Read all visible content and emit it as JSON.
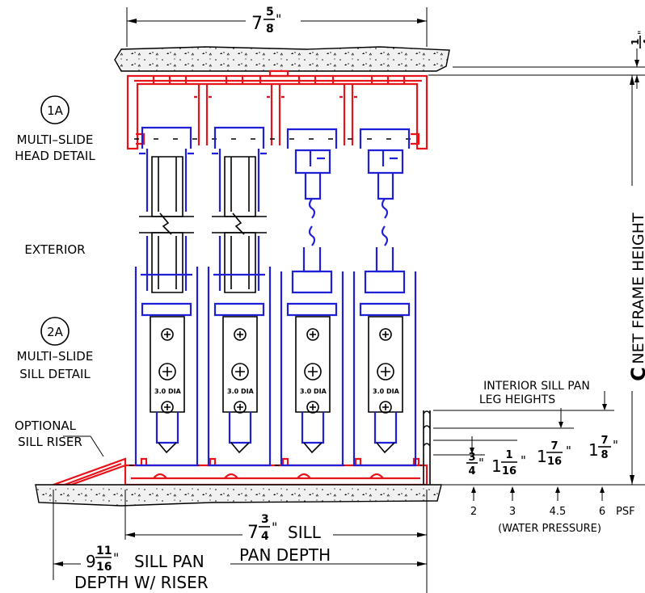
{
  "colors": {
    "frame": "#e8141b",
    "panel": "#1f1fd8",
    "line": "#000000",
    "concrete": "#eeeeee"
  },
  "labels": {
    "head_callout": "1A",
    "head_line1": "MULTI–SLIDE",
    "head_line2": "HEAD DETAIL",
    "exterior": "EXTERIOR",
    "sill_callout": "2A",
    "sill_line1": "MULTI–SLIDE",
    "sill_line2": "SILL DETAIL",
    "riser_line1": "OPTIONAL",
    "riser_line2": "SILL RISER",
    "roller_label": "3.0 DIA",
    "interior_line1": "INTERIOR SILL PAN",
    "interior_line2": "LEG HEIGHTS",
    "net_frame_height": "NET FRAME HEIGHT",
    "c_symbol": "C",
    "water_pressure": "(WATER PRESSURE)",
    "psf": "PSF"
  },
  "dimensions": {
    "top_width": {
      "whole": "7",
      "num": "5",
      "den": "8",
      "unit": "\""
    },
    "head_gap": {
      "num": "1",
      "den": "4",
      "unit": "\""
    },
    "sill_pan": {
      "whole": "7",
      "num": "3",
      "den": "4",
      "unit": "\"",
      "text_a": "SILL",
      "text_b": "PAN DEPTH"
    },
    "riser_depth": {
      "whole": "9",
      "num": "11",
      "den": "16",
      "unit": "\"",
      "text_a": "SILL PAN",
      "text_b": "DEPTH W/ RISER"
    }
  },
  "leg_heights": [
    {
      "whole": "",
      "num": "3",
      "den": "4",
      "unit": "\"",
      "psf": "2"
    },
    {
      "whole": "1",
      "num": "1",
      "den": "16",
      "unit": "\"",
      "psf": "3"
    },
    {
      "whole": "1",
      "num": "7",
      "den": "16",
      "unit": "\"",
      "psf": "4.5"
    },
    {
      "whole": "1",
      "num": "7",
      "den": "8",
      "unit": "\"",
      "psf": "6"
    }
  ]
}
